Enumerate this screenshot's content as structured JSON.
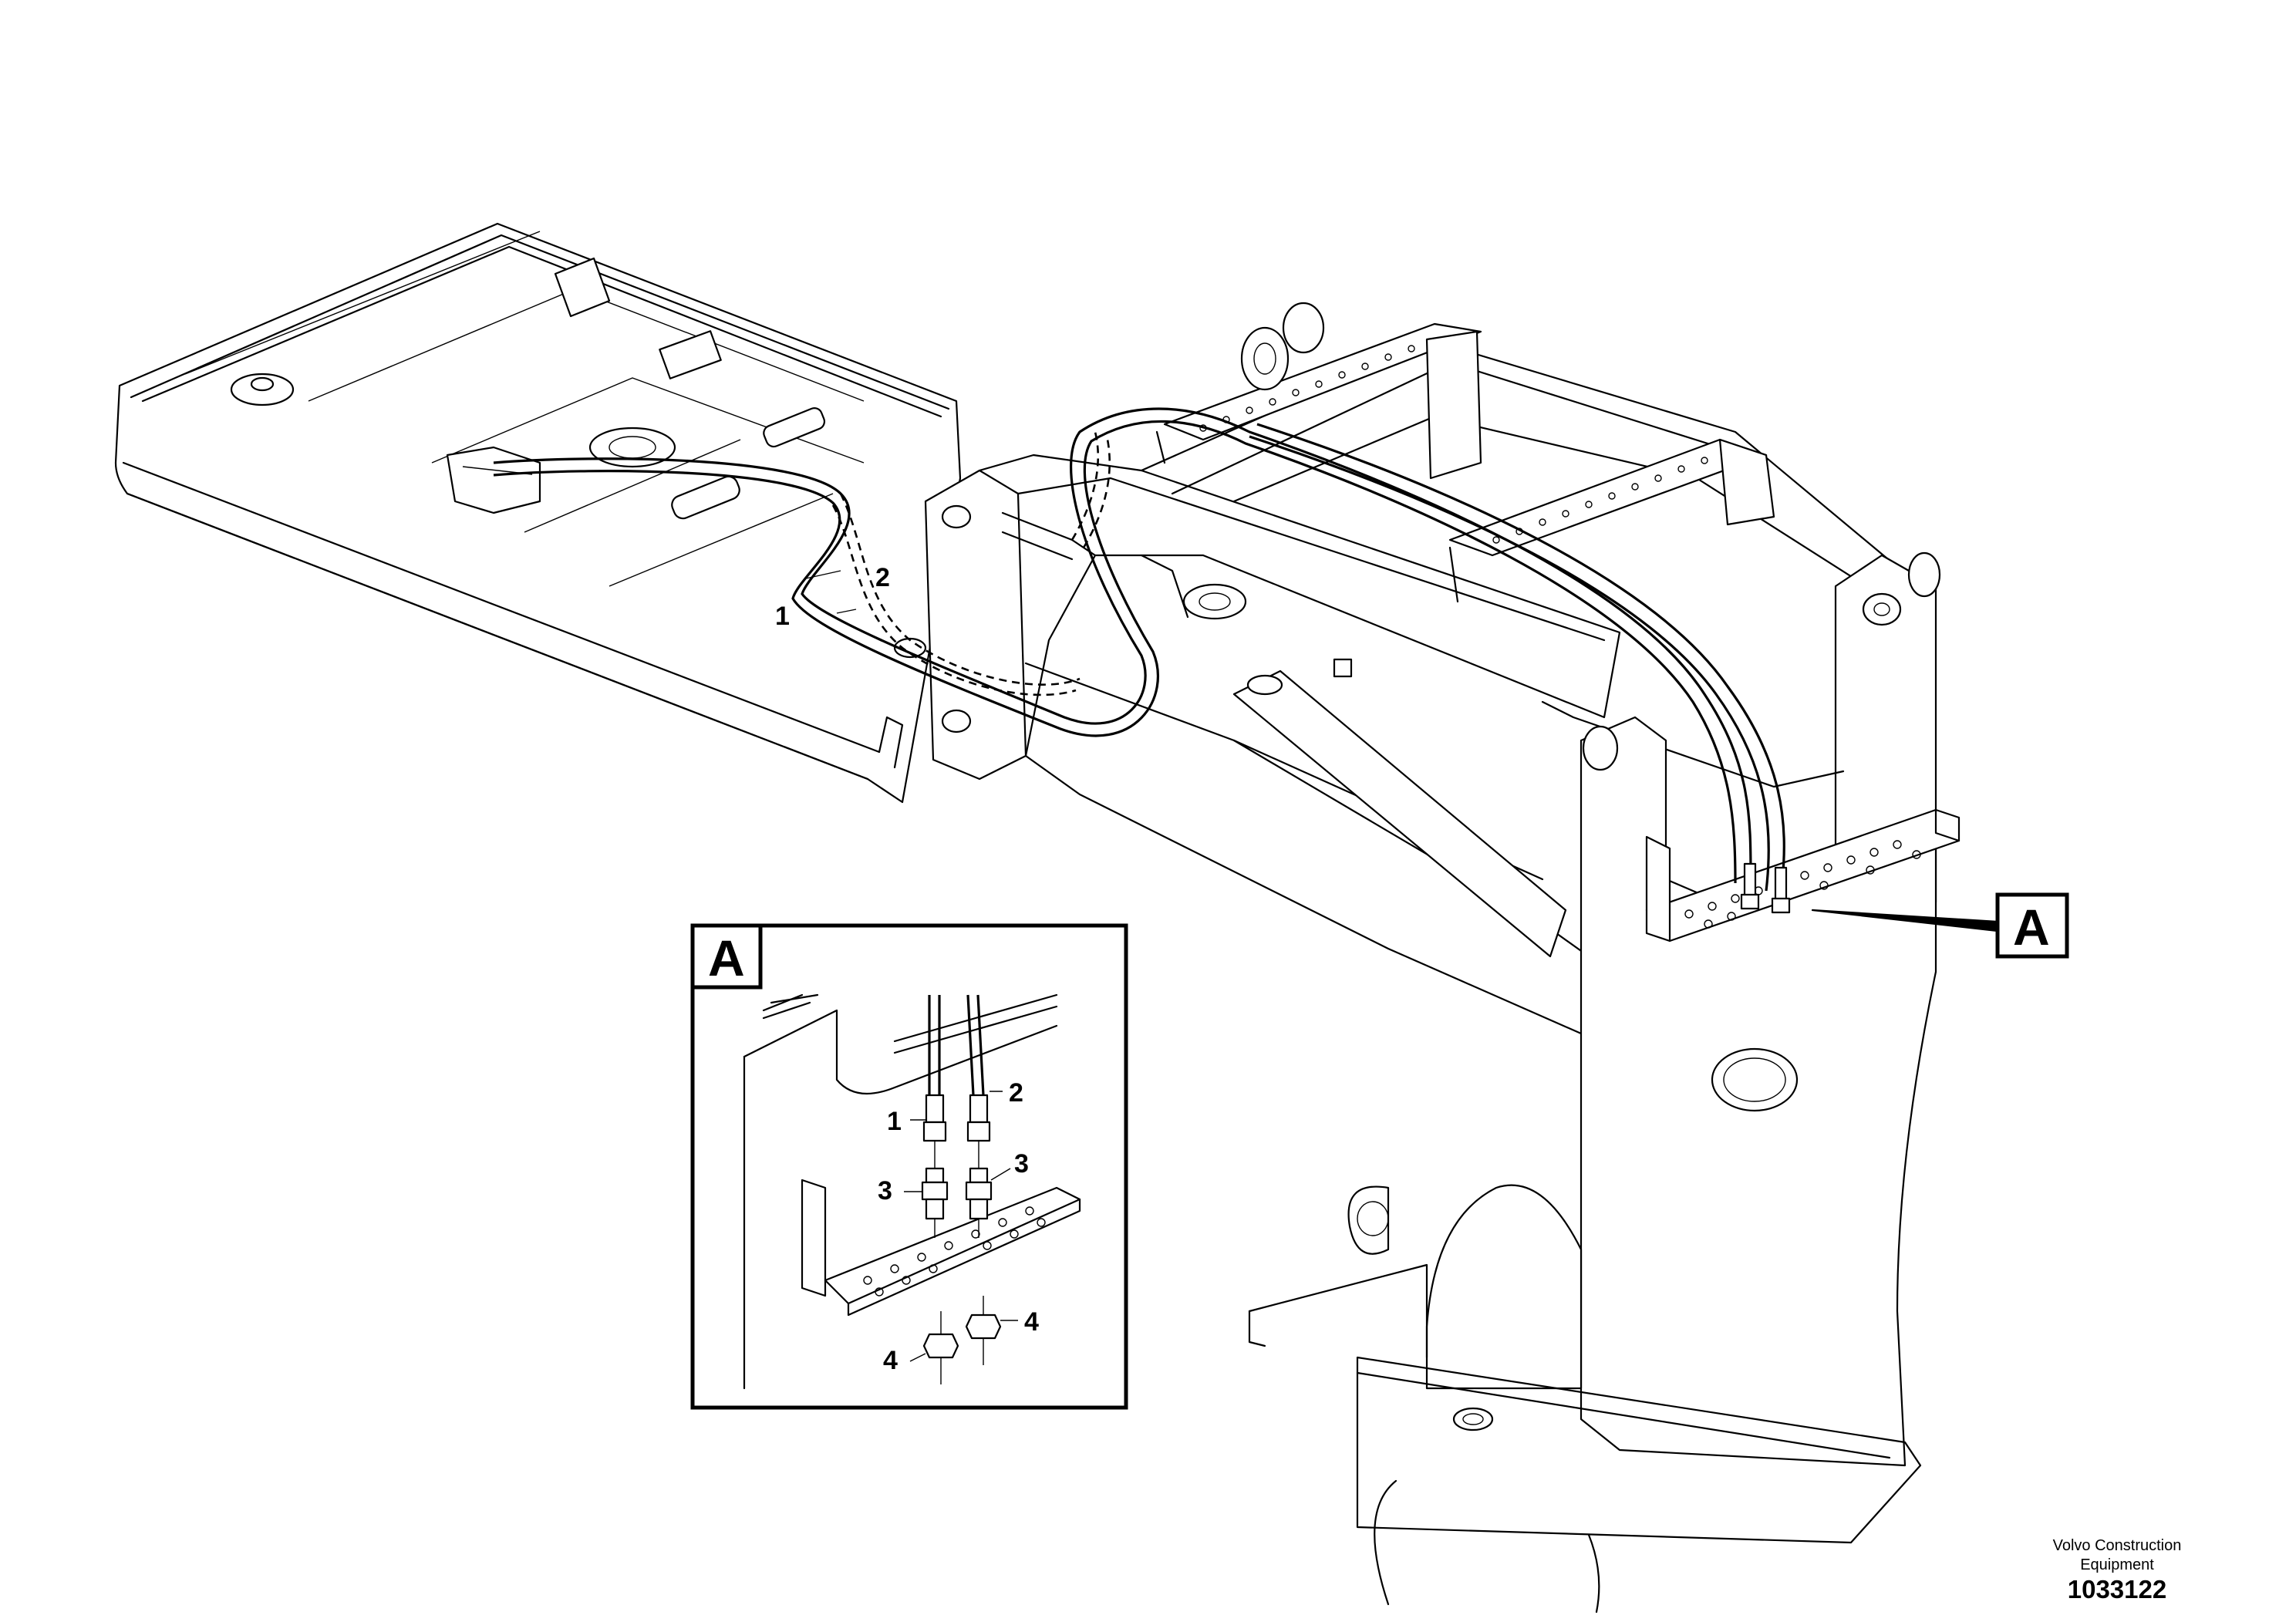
{
  "callouts": {
    "main_1": "1",
    "main_2": "2",
    "detail_1": "1",
    "detail_2": "2",
    "detail_3_left": "3",
    "detail_3_right": "3",
    "detail_4_left": "4",
    "detail_4_right": "4"
  },
  "view_label": "A",
  "detail_label": "A",
  "footer": {
    "company_line1": "Volvo Construction",
    "company_line2": "Equipment",
    "document_number": "1033122"
  }
}
